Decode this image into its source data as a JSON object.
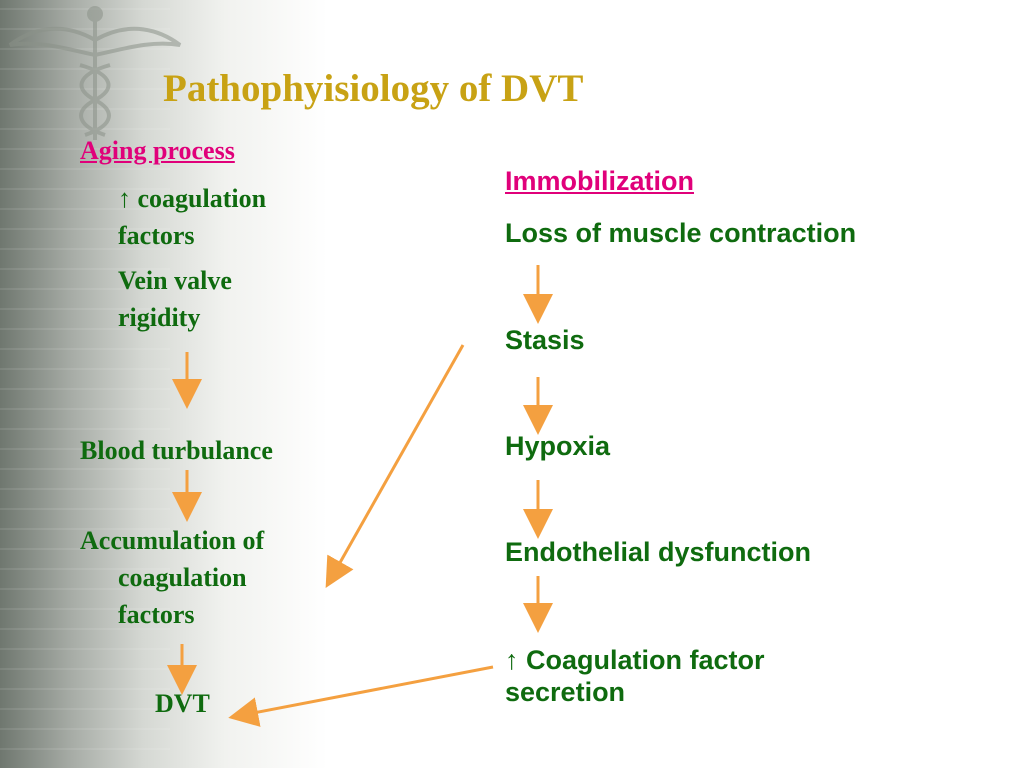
{
  "slide": {
    "title": "Pathophyisiology of DVT",
    "left": {
      "heading": "Aging process",
      "bullet_symbol": "•",
      "bullets": [
        {
          "line1": "↑ coagulation",
          "line2": "factors"
        },
        {
          "line1": "Vein valve",
          "line2": "rigidity"
        }
      ],
      "blood_turbulance": "Blood turbulance",
      "accumulation": {
        "line1": "Accumulation of",
        "line2": "coagulation",
        "line3": "factors"
      },
      "dvt": "DVT"
    },
    "right": {
      "heading": "Immobilization",
      "steps": [
        "Loss of muscle contraction",
        "Stasis",
        "Hypoxia",
        "Endothelial dysfunction"
      ],
      "final": {
        "line1": "↑ Coagulation factor",
        "line2": "secretion"
      }
    },
    "colors": {
      "title": "#c8a214",
      "heading": "#e0007a",
      "text": "#0f6b0f",
      "arrow": "#f4a040"
    },
    "icons": [
      "caduceus-icon",
      "down-arrow-icon",
      "diagonal-arrow-icon"
    ]
  }
}
